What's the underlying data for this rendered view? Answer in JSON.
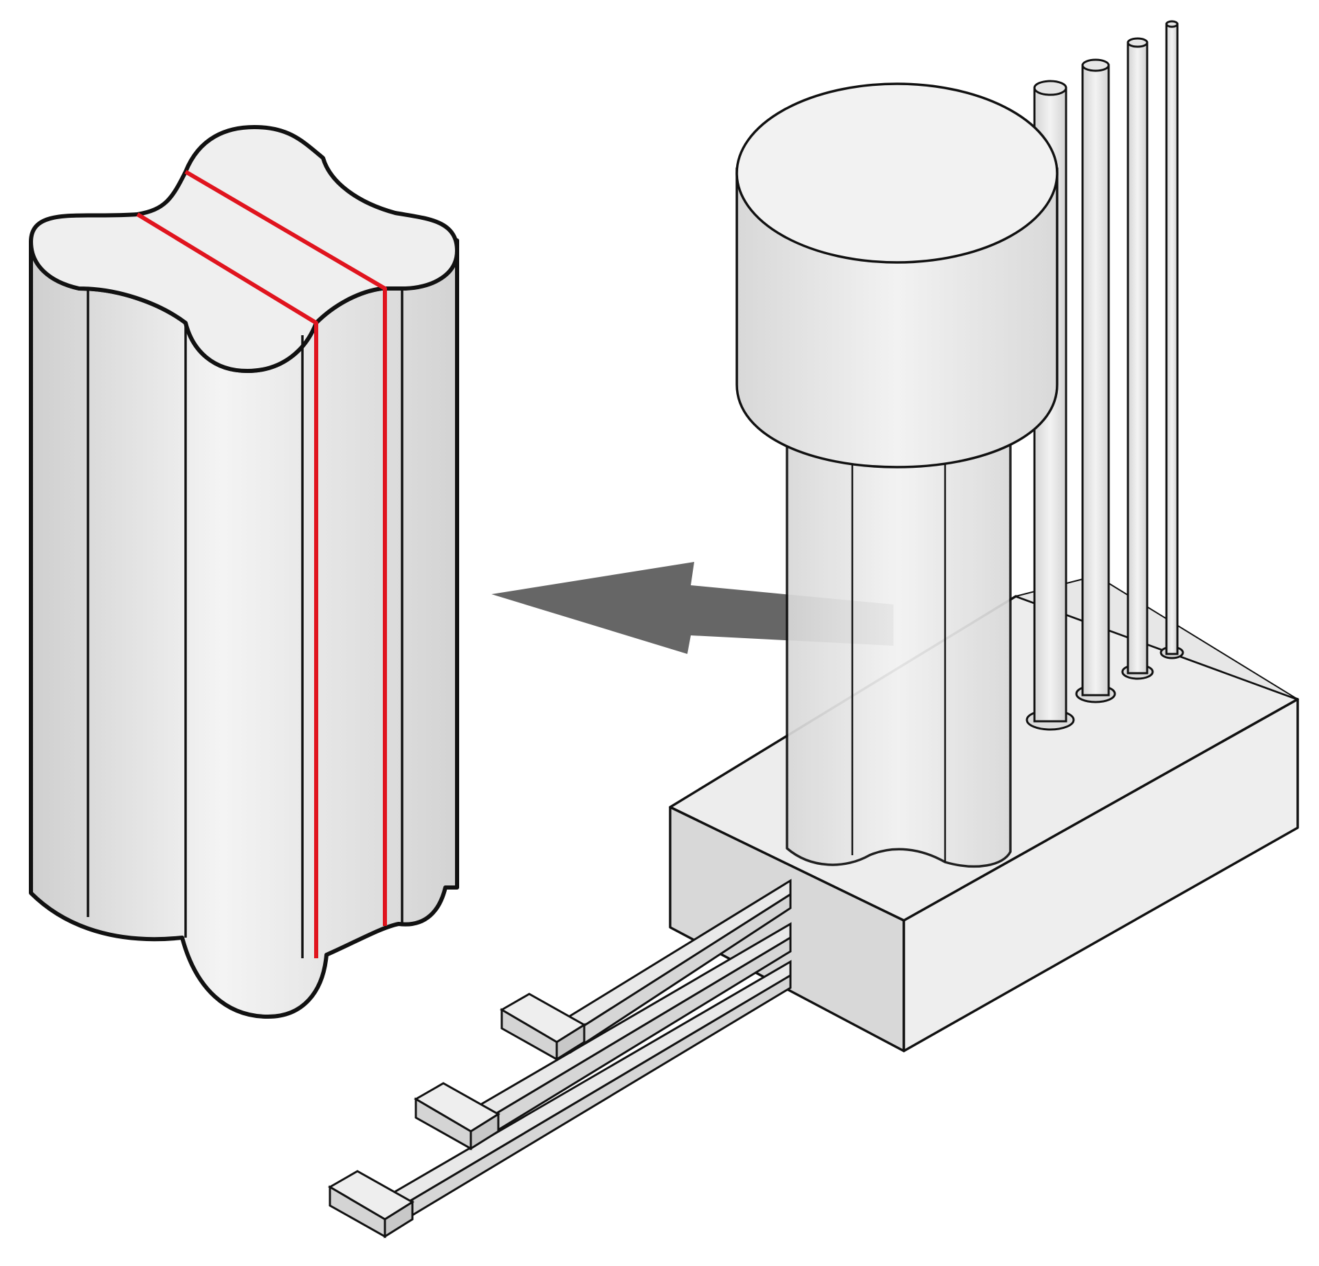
{
  "diagram": {
    "colors": {
      "background": "#ffffff",
      "outline": "#111111",
      "surface_light": "#f0f0f0",
      "surface_mid": "#e2e2e2",
      "surface_dark": "#cfcfcf",
      "accent_line": "#e0141e",
      "arrow": "#5e5e5e"
    },
    "components": {
      "clover_column": {
        "edge_lines": 4,
        "highlighted_lines": 2
      },
      "mushroom_pillar": {
        "flutes": 4
      },
      "rods": {
        "count": 4
      },
      "base_block": {},
      "beams": {
        "count": 3,
        "has_t_heads": true
      }
    },
    "arrow_direction": "left"
  }
}
